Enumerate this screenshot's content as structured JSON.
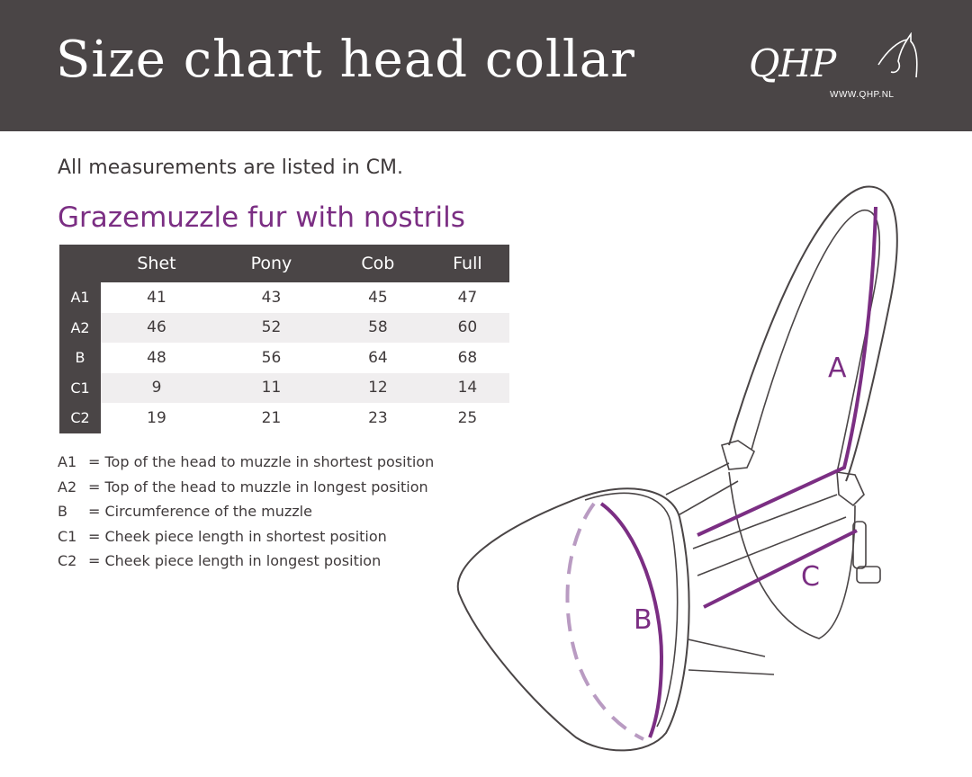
{
  "header": {
    "title": "Size chart head collar",
    "logo_text": "QHP",
    "logo_url": "WWW.QHP.NL"
  },
  "note": "All measurements are listed in CM.",
  "product_title": "Grazemuzzle fur with nostrils",
  "table": {
    "columns": [
      "Shet",
      "Pony",
      "Cob",
      "Full"
    ],
    "rows": [
      {
        "label": "A1",
        "values": [
          "41",
          "43",
          "45",
          "47"
        ]
      },
      {
        "label": "A2",
        "values": [
          "46",
          "52",
          "58",
          "60"
        ]
      },
      {
        "label": "B",
        "values": [
          "48",
          "56",
          "64",
          "68"
        ]
      },
      {
        "label": "C1",
        "values": [
          "9",
          "11",
          "12",
          "14"
        ]
      },
      {
        "label": "C2",
        "values": [
          "19",
          "21",
          "23",
          "25"
        ]
      }
    ]
  },
  "legend": [
    {
      "key": "A1",
      "text": "= Top of the head to muzzle in shortest position"
    },
    {
      "key": "A2",
      "text": "= Top of the head to muzzle in longest position"
    },
    {
      "key": "B",
      "text": "= Circumference of the muzzle"
    },
    {
      "key": "C1",
      "text": "= Cheek piece length in shortest position"
    },
    {
      "key": "C2",
      "text": "= Cheek piece length in longest position"
    }
  ],
  "diagram": {
    "label_a": "A",
    "label_b": "B",
    "label_c": "C"
  },
  "colors": {
    "header_bg": "#4a4546",
    "accent_purple": "#7b2e83",
    "light_purple": "#b99bc2",
    "row_shade": "#f0eeef"
  }
}
